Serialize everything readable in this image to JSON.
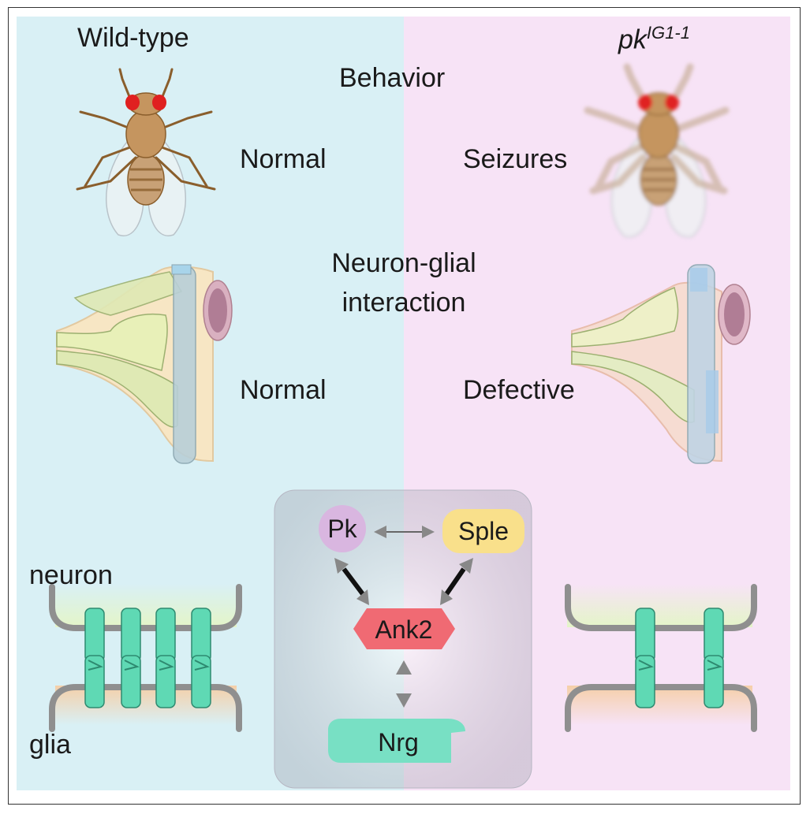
{
  "headers": {
    "wild_type": "Wild-type",
    "mutant_base": "pk",
    "mutant_sup": "IG1-1"
  },
  "rows": {
    "behavior": "Behavior",
    "interaction_line1": "Neuron-glial",
    "interaction_line2": "interaction"
  },
  "phenotypes": {
    "wt_behavior": "Normal",
    "mut_behavior": "Seizures",
    "wt_interaction": "Normal",
    "mut_interaction": "Defective"
  },
  "membranes": {
    "neuron": "neuron",
    "glia": "glia"
  },
  "pathway": {
    "pk": "Pk",
    "sple": "Sple",
    "ank2": "Ank2",
    "nrg": "Nrg"
  },
  "colors": {
    "wildtype_bg": "#d9f0f5",
    "mutant_bg": "#f7e3f6",
    "ank2": "#f06a73",
    "pk": "#d9b6e0",
    "sple": "#f9e08b",
    "nrg": "#78e0c4"
  }
}
